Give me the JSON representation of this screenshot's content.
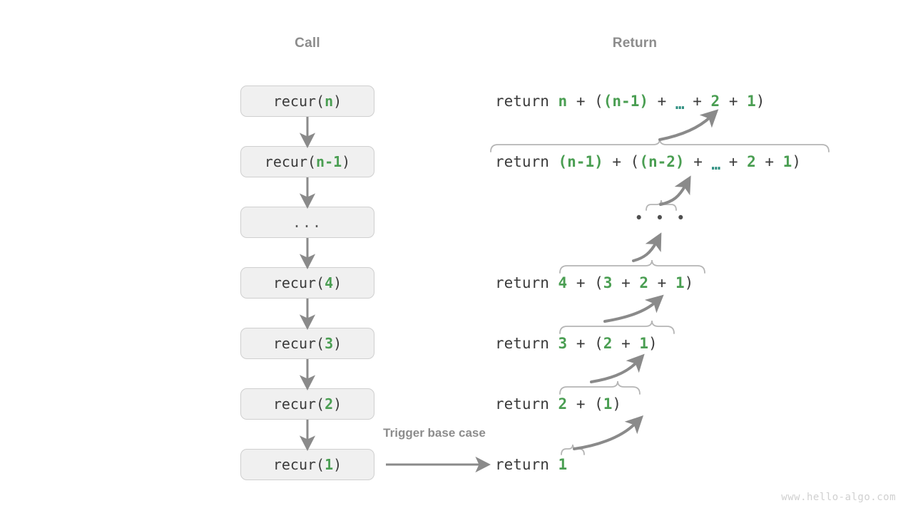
{
  "page": {
    "background": "#ffffff",
    "watermark": "www.hello-algo.com"
  },
  "colors": {
    "accent_green": "#4a9e52",
    "accent_teal": "#2e8f80",
    "text_dark": "#3b3b3b",
    "muted_gray": "#8c8c8c",
    "box_fill": "#f0f0f0",
    "box_border": "#cfcfcf",
    "arrow_gray": "#8a8a8a",
    "brace_gray": "#b5b5b5",
    "watermark_gray": "#d0d0d0"
  },
  "headers": {
    "call": "Call",
    "return": "Return"
  },
  "call_stack": [
    {
      "name": "recur-n",
      "prefix": "recur(",
      "arg": "n",
      "suffix": ")",
      "is_ellipsis": false
    },
    {
      "name": "recur-n-1",
      "prefix": "recur(",
      "arg": "n-1",
      "suffix": ")",
      "is_ellipsis": false
    },
    {
      "name": "ellipsis",
      "prefix": "",
      "arg": "...",
      "suffix": "",
      "is_ellipsis": true
    },
    {
      "name": "recur-4",
      "prefix": "recur(",
      "arg": "4",
      "suffix": ")",
      "is_ellipsis": false
    },
    {
      "name": "recur-3",
      "prefix": "recur(",
      "arg": "3",
      "suffix": ")",
      "is_ellipsis": false
    },
    {
      "name": "recur-2",
      "prefix": "recur(",
      "arg": "2",
      "suffix": ")",
      "is_ellipsis": false
    },
    {
      "name": "recur-1",
      "prefix": "recur(",
      "arg": "1",
      "suffix": ")",
      "is_ellipsis": false
    }
  ],
  "return_lines": [
    {
      "name": "return-n",
      "keyword": "return ",
      "tokens": [
        {
          "t": "n",
          "c": "green"
        },
        {
          "t": " + ",
          "c": "dark"
        },
        {
          "t": "(",
          "c": "dark"
        },
        {
          "t": "(n-1)",
          "c": "green"
        },
        {
          "t": " + ",
          "c": "dark"
        },
        {
          "t": "…",
          "c": "teal"
        },
        {
          "t": " + ",
          "c": "dark"
        },
        {
          "t": "2",
          "c": "green"
        },
        {
          "t": " + ",
          "c": "dark"
        },
        {
          "t": "1",
          "c": "green"
        },
        {
          "t": ")",
          "c": "dark"
        }
      ]
    },
    {
      "name": "return-n-1",
      "keyword": "return ",
      "tokens": [
        {
          "t": "(n-1)",
          "c": "green"
        },
        {
          "t": " + ",
          "c": "dark"
        },
        {
          "t": "(",
          "c": "dark"
        },
        {
          "t": "(n-2)",
          "c": "green"
        },
        {
          "t": " + ",
          "c": "dark"
        },
        {
          "t": "…",
          "c": "teal"
        },
        {
          "t": " + ",
          "c": "dark"
        },
        {
          "t": "2",
          "c": "green"
        },
        {
          "t": " + ",
          "c": "dark"
        },
        {
          "t": "1",
          "c": "green"
        },
        {
          "t": ")",
          "c": "dark"
        }
      ]
    },
    {
      "name": "return-4",
      "keyword": "return ",
      "tokens": [
        {
          "t": "4",
          "c": "green"
        },
        {
          "t": " + ",
          "c": "dark"
        },
        {
          "t": "(",
          "c": "dark"
        },
        {
          "t": "3",
          "c": "green"
        },
        {
          "t": " + ",
          "c": "dark"
        },
        {
          "t": "2",
          "c": "green"
        },
        {
          "t": " + ",
          "c": "dark"
        },
        {
          "t": "1",
          "c": "green"
        },
        {
          "t": ")",
          "c": "dark"
        }
      ]
    },
    {
      "name": "return-3",
      "keyword": "return ",
      "tokens": [
        {
          "t": "3",
          "c": "green"
        },
        {
          "t": " + ",
          "c": "dark"
        },
        {
          "t": "(",
          "c": "dark"
        },
        {
          "t": "2",
          "c": "green"
        },
        {
          "t": " + ",
          "c": "dark"
        },
        {
          "t": "1",
          "c": "green"
        },
        {
          "t": ")",
          "c": "dark"
        }
      ]
    },
    {
      "name": "return-2",
      "keyword": "return ",
      "tokens": [
        {
          "t": "2",
          "c": "green"
        },
        {
          "t": " + ",
          "c": "dark"
        },
        {
          "t": "(",
          "c": "dark"
        },
        {
          "t": "1",
          "c": "green"
        },
        {
          "t": ")",
          "c": "dark"
        }
      ]
    },
    {
      "name": "return-1",
      "keyword": "return ",
      "tokens": [
        {
          "t": "1",
          "c": "green"
        }
      ]
    }
  ],
  "middle_ellipsis": "• • •",
  "labels": {
    "trigger_base_case": "Trigger base case"
  },
  "annotations": {
    "call_arrows_count": 6,
    "return_arrows_count": 6,
    "braces_count": 6,
    "base_case_arrow": "recur(1) → return 1"
  }
}
